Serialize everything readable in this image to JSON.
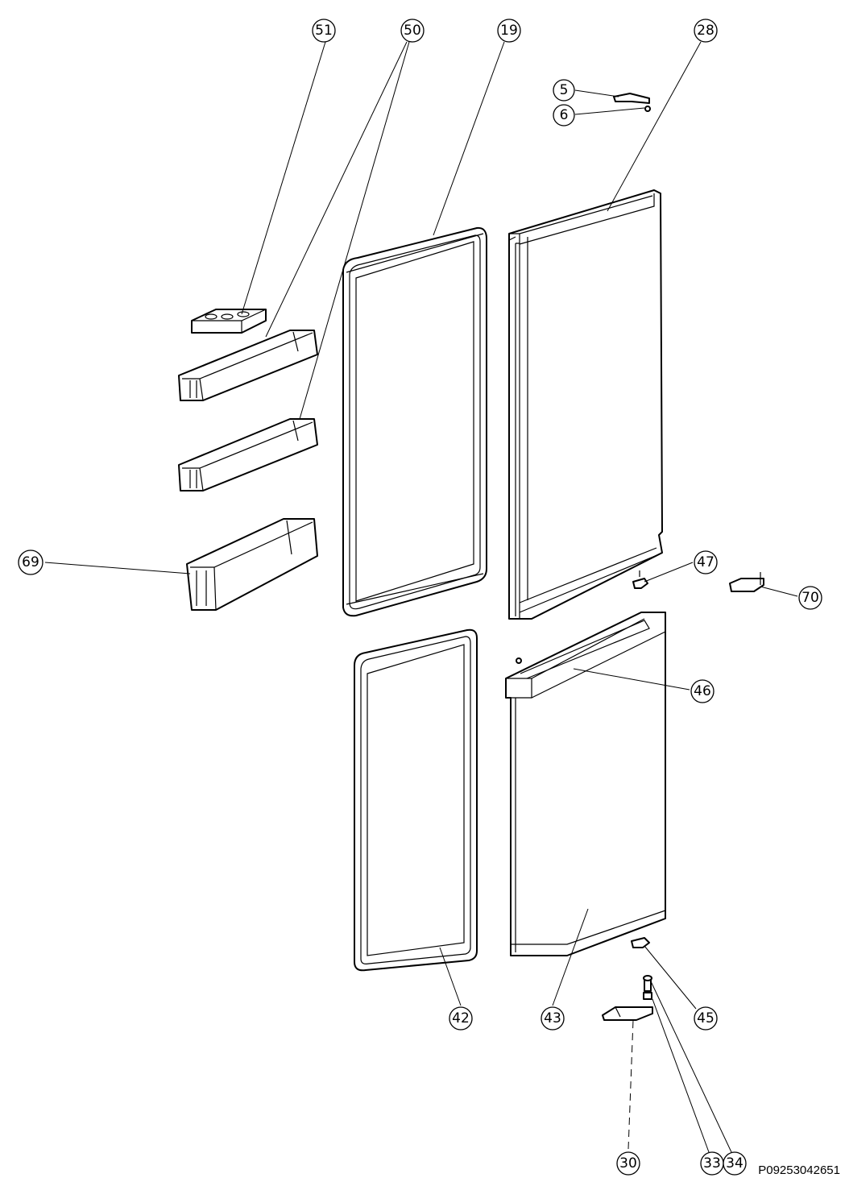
{
  "callouts": [
    {
      "id": "c51",
      "label": "51"
    },
    {
      "id": "c50",
      "label": "50"
    },
    {
      "id": "c19",
      "label": "19"
    },
    {
      "id": "c28",
      "label": "28"
    },
    {
      "id": "c5",
      "label": "5"
    },
    {
      "id": "c6",
      "label": "6"
    },
    {
      "id": "c69",
      "label": "69"
    },
    {
      "id": "c47",
      "label": "47"
    },
    {
      "id": "c70",
      "label": "70"
    },
    {
      "id": "c46",
      "label": "46"
    },
    {
      "id": "c42",
      "label": "42"
    },
    {
      "id": "c43",
      "label": "43"
    },
    {
      "id": "c45",
      "label": "45"
    },
    {
      "id": "c30",
      "label": "30"
    },
    {
      "id": "c33",
      "label": "33"
    },
    {
      "id": "c34",
      "label": "34"
    }
  ],
  "drawing_code": "P09253042651"
}
